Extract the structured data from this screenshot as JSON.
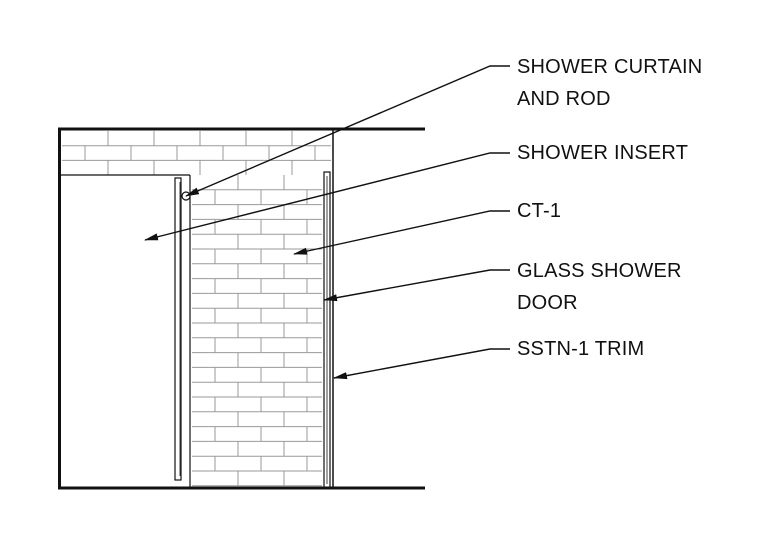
{
  "callouts": {
    "shower_curtain": [
      "SHOWER CURTAIN",
      "AND ROD"
    ],
    "shower_insert": "SHOWER INSERT",
    "ct1": "CT-1",
    "glass_door": [
      "GLASS SHOWER",
      "DOOR"
    ],
    "trim": "SSTN-1 TRIM"
  },
  "colors": {
    "line": "#111111",
    "tile_joint": "#9a9a9a",
    "background": "#ffffff"
  }
}
